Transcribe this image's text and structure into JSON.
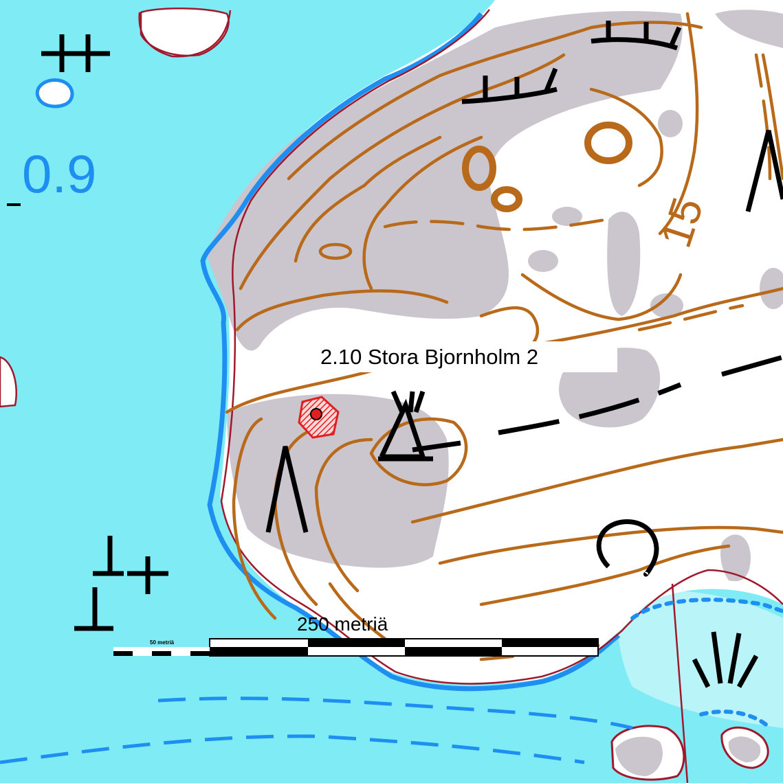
{
  "map": {
    "site_label": "2.10 Stora Bjornholm 2",
    "depth_label": "0.9",
    "contour_label": "15",
    "scale_bar": {
      "main_label": "250 metriä",
      "small_label": "50 metriä"
    }
  },
  "colors": {
    "water": "#7fecf5",
    "shallow_water": "#b9f4f8",
    "shoreline": "#1e8ff0",
    "outline": "#a0182c",
    "open_rock": "#cbc5cd",
    "land": "#ffffff",
    "contour": "#b8691a",
    "depth_text": "#1e8ff0",
    "marker": "#e02020",
    "symbol": "#000000"
  },
  "legend_icons": [
    "site-marker-icon",
    "rock-outcrop-icon",
    "crag-icon",
    "cliff-icon",
    "boulder-icon",
    "depth-mark-icon"
  ]
}
